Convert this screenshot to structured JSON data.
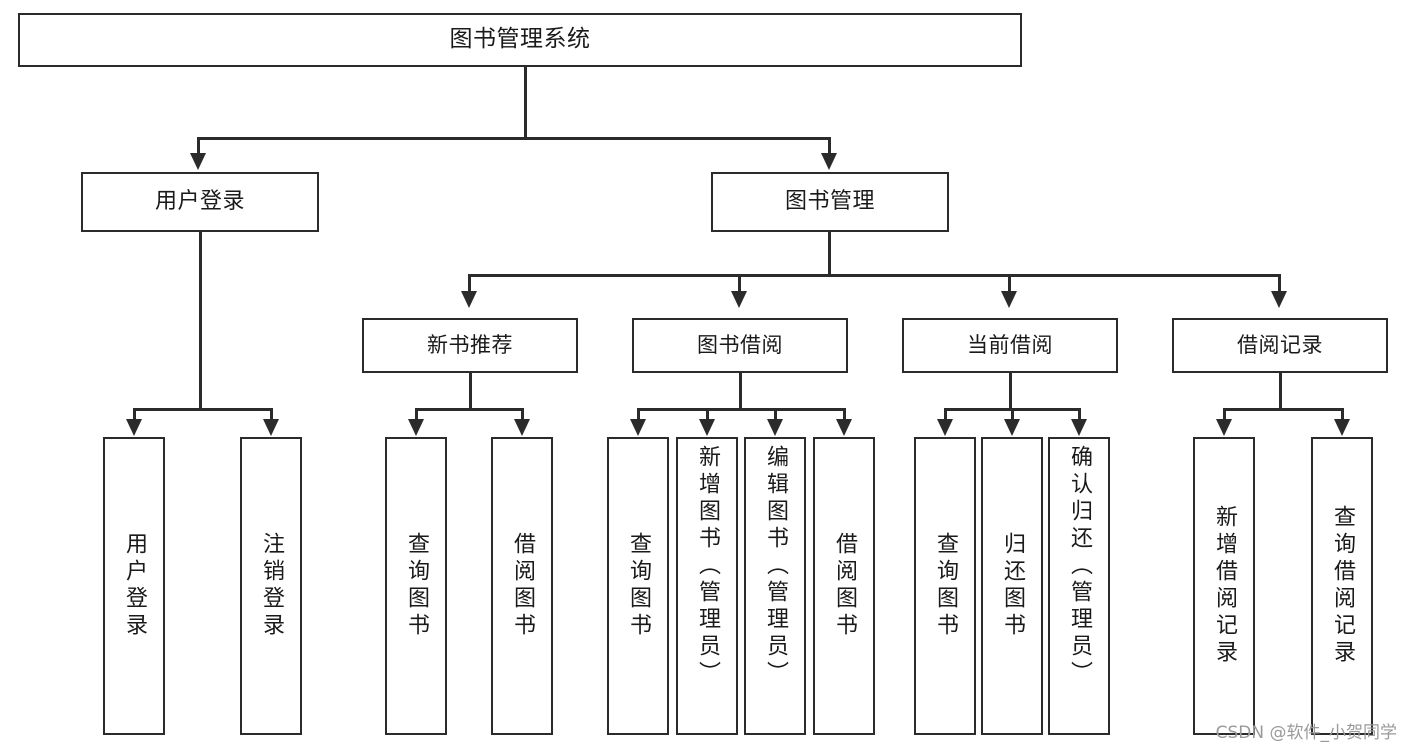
{
  "diagram": {
    "type": "tree",
    "title": "图书管理系统",
    "watermark": "CSDN @软件_小贺同学",
    "root": {
      "label": "图书管理系统"
    },
    "level1": [
      {
        "label": "用户登录"
      },
      {
        "label": "图书管理"
      }
    ],
    "level2": [
      {
        "label": "新书推荐"
      },
      {
        "label": "图书借阅"
      },
      {
        "label": "当前借阅"
      },
      {
        "label": "借阅记录"
      }
    ],
    "leaves": {
      "user_login": [
        {
          "label": "用户登录"
        },
        {
          "label": "注销登录"
        }
      ],
      "new_book": [
        {
          "label": "查询图书"
        },
        {
          "label": "借阅图书"
        }
      ],
      "book_borrow": [
        {
          "label": "查询图书"
        },
        {
          "label": "新增图书（管理员）"
        },
        {
          "label": "编辑图书（管理员）"
        },
        {
          "label": "借阅图书"
        }
      ],
      "current_borrow": [
        {
          "label": "查询图书"
        },
        {
          "label": "归还图书"
        },
        {
          "label": "确认归还（管理员）"
        }
      ],
      "borrow_record": [
        {
          "label": "新增借阅记录"
        },
        {
          "label": "查询借阅记录"
        }
      ]
    },
    "colors": {
      "stroke": "#2b2b2b",
      "fill": "#ffffff",
      "text": "#1a1a1a",
      "watermark": "#9a9a9a"
    }
  }
}
